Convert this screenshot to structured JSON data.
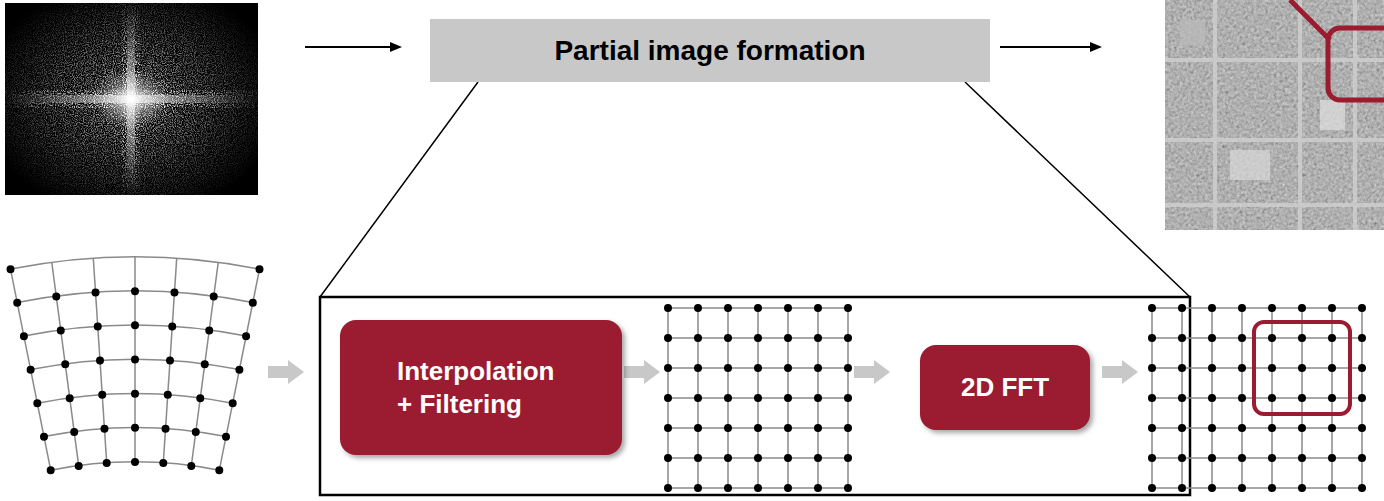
{
  "diagram": {
    "nodes": [
      {
        "text": [
          "Partial image formation"
        ]
      },
      {
        "text": [
          "Interpolation + Filtering"
        ]
      },
      {
        "text": [
          "2D FFT"
        ]
      }
    ]
  }
}
